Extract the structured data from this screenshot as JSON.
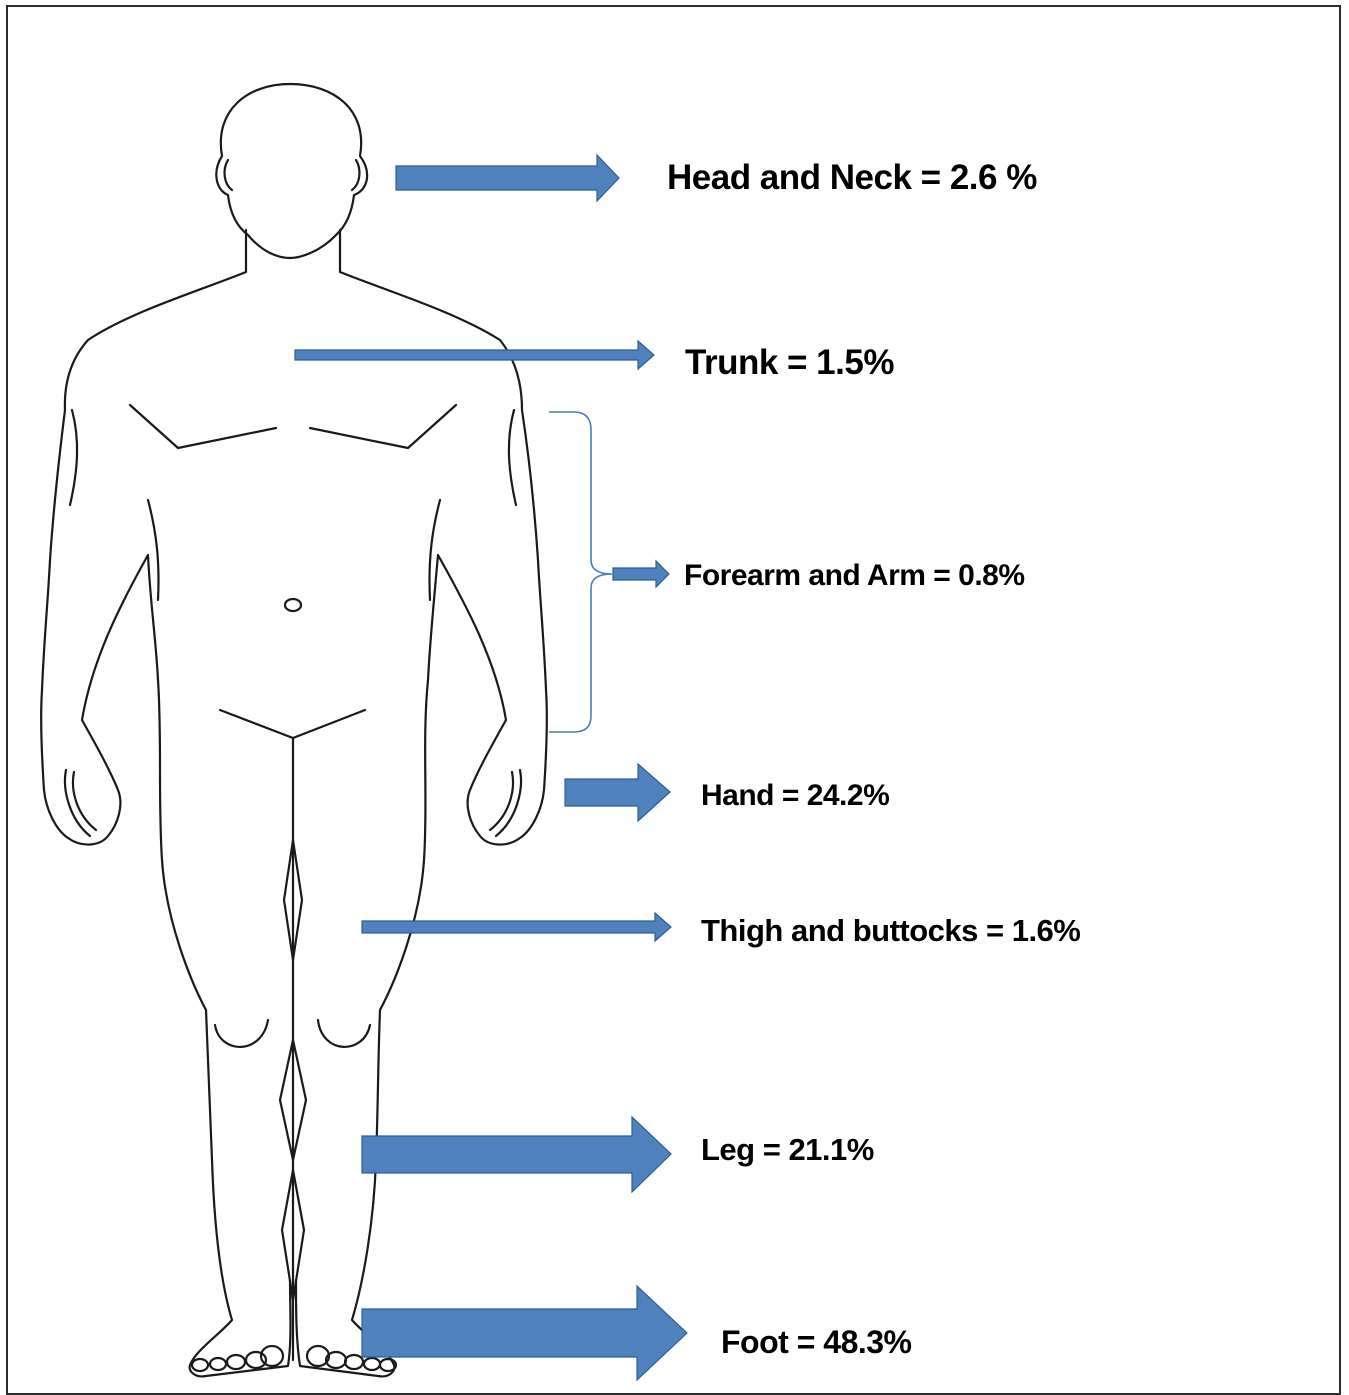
{
  "diagram": {
    "regions": [
      {
        "key": "head",
        "label": "Head and Neck  = 2.6 %"
      },
      {
        "key": "trunk",
        "label": "Trunk = 1.5%"
      },
      {
        "key": "forearm",
        "label": "Forearm and Arm  = 0.8%"
      },
      {
        "key": "hand",
        "label": "Hand = 24.2%"
      },
      {
        "key": "thigh",
        "label": "Thigh and buttocks  = 1.6%"
      },
      {
        "key": "leg",
        "label": "Leg = 21.1%"
      },
      {
        "key": "foot",
        "label": "Foot = 48.3%"
      }
    ],
    "colors": {
      "arrow_fill": "#4f81bd",
      "arrow_stroke": "#2f5e93",
      "bracket": "#4a7dbb",
      "outline": "#1a1a1a"
    }
  }
}
